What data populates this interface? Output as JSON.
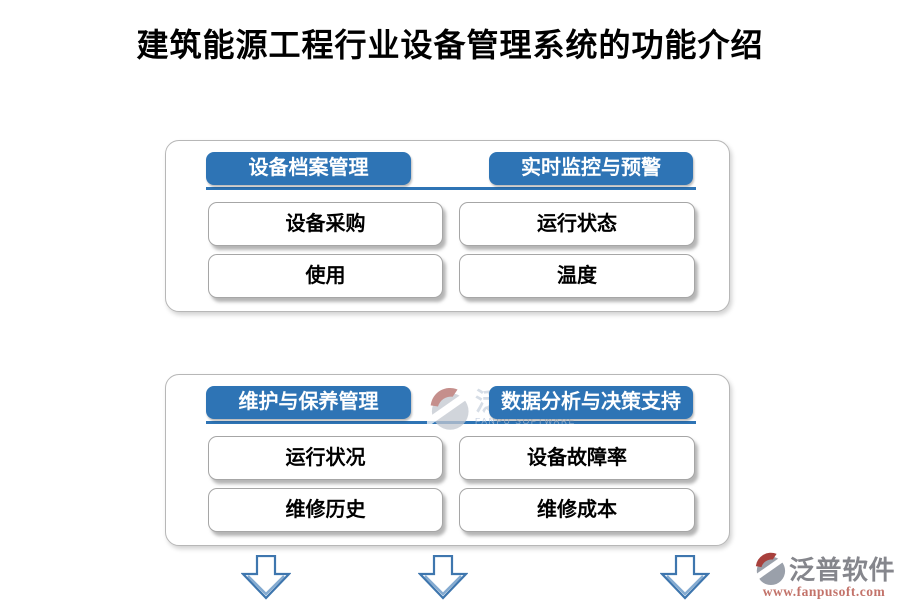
{
  "page": {
    "title": "建筑能源工程行业设备管理系统的功能介绍"
  },
  "panels": [
    {
      "columns": [
        {
          "header": "设备档案管理",
          "items": [
            "设备采购",
            "使用"
          ]
        },
        {
          "header": "实时监控与预警",
          "items": [
            "运行状态",
            "温度"
          ]
        }
      ]
    },
    {
      "columns": [
        {
          "header": "维护与保养管理",
          "items": [
            "运行状况",
            "维修历史"
          ]
        },
        {
          "header": "数据分析与决策支持",
          "items": [
            "设备故障率",
            "维修成本"
          ]
        }
      ]
    }
  ],
  "watermark": {
    "name": "泛普软件",
    "subtitle": "FANPU SOFTWARE"
  },
  "footer": {
    "brand": "泛普软件",
    "url": "www.fanpusoft.com"
  },
  "icons": {
    "flow_arrows": [
      "down-arrow-icon",
      "down-arrow-icon",
      "down-arrow-icon"
    ],
    "brand_logo": "fanpu-logo-icon"
  },
  "colors": {
    "header_blue": "#2e74b5",
    "divider_blue": "#2e74b5",
    "arrow_outline_blue": "#3e76ae",
    "title_black": "#000000",
    "brand_gray": "#85868c",
    "url_red": "#c3736a",
    "watermark_gray_blue": "#c9d2de",
    "logo_red": "#a8403c",
    "logo_gray": "#9aa0aa"
  }
}
